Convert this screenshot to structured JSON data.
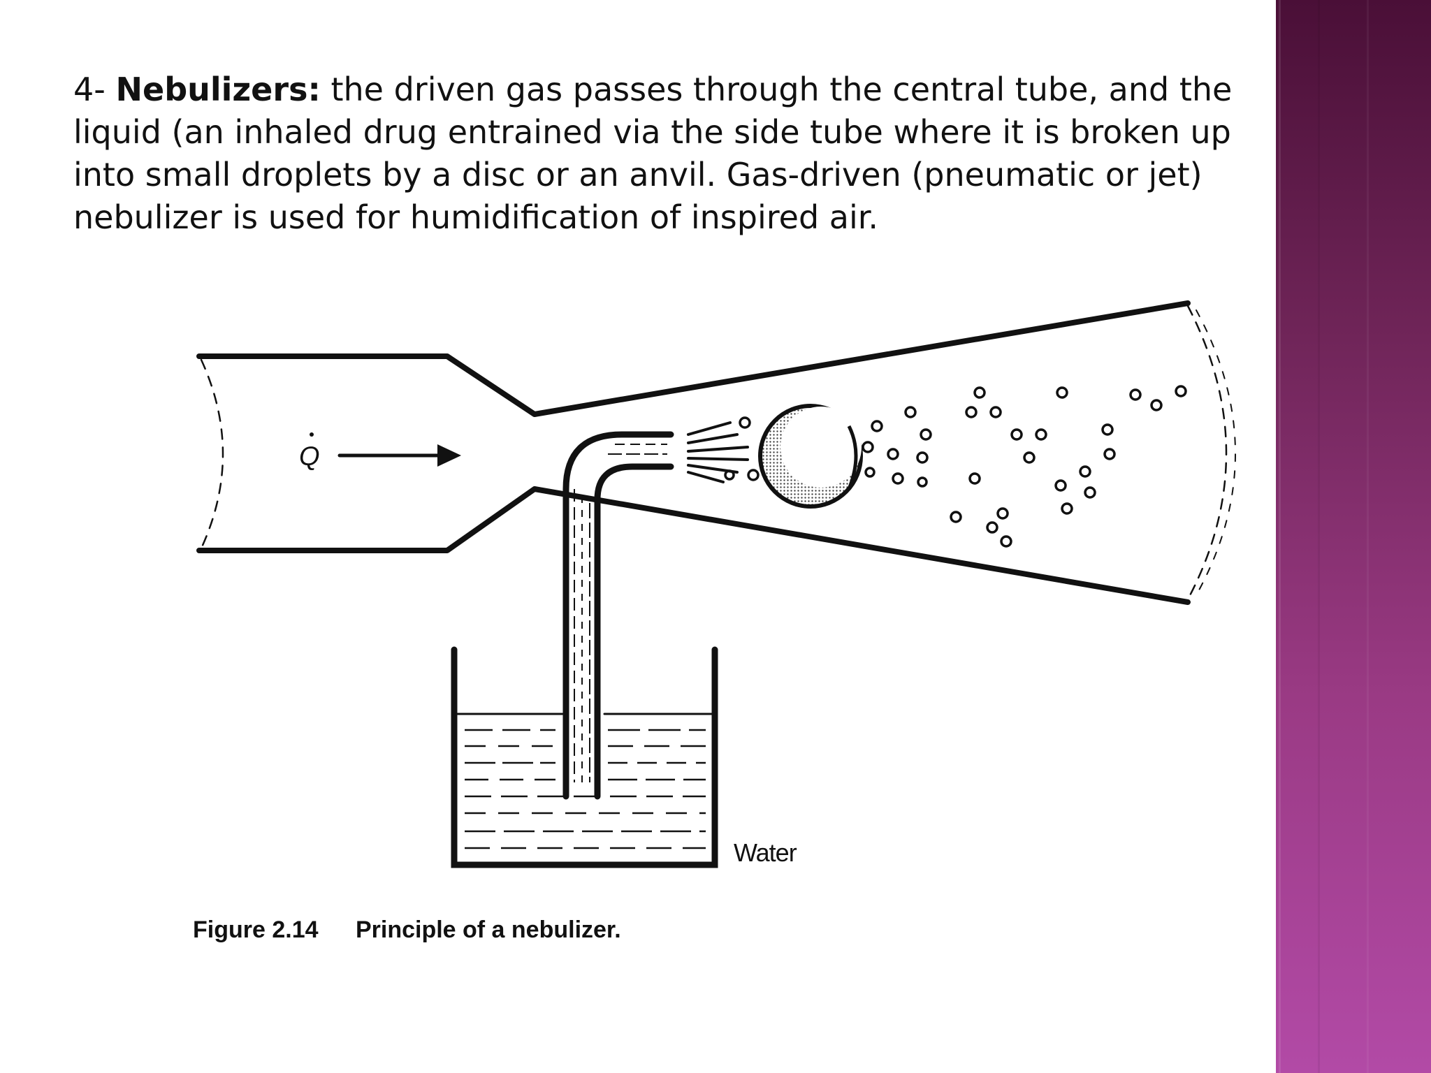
{
  "slide": {
    "paragraph": {
      "number": "4-",
      "term": "Nebulizers:",
      "text": "the driven gas passes through the central tube, and the liquid (an inhaled drug entrained via the side tube where it is broken up into small droplets by a disc or an anvil. Gas-driven (pneumatic or jet) nebulizer is used for humidification of inspired air."
    },
    "accent_color": "#8a3278"
  },
  "figure": {
    "flow_symbol": "Q",
    "water_label": "Water",
    "caption_number": "Figure 2.14",
    "caption_text": "Principle of a nebulizer."
  }
}
